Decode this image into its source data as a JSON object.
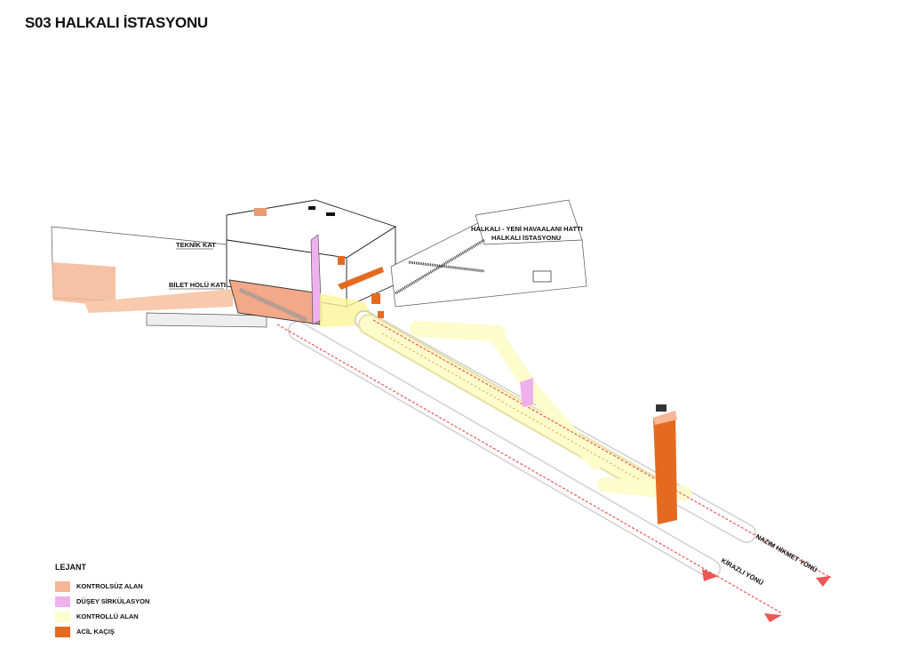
{
  "title": "S03 HALKALI İSTASYONU",
  "labels": {
    "teknik_kat": "TEKNİK KAT",
    "bilet_holu": "BİLET HOLÜ KATI",
    "line_name": "HALKALI - YENİ HAVAALANI HATTI",
    "station_name": "HALKALI İSTASYONU",
    "direction_1": "NAZIM HİKMET YÖNÜ",
    "direction_2": "KİRAZLI YÖNÜ"
  },
  "legend": {
    "heading": "LEJANT",
    "items": [
      {
        "label": "KONTROLSÜZ ALAN",
        "color": "#f5b795"
      },
      {
        "label": "DÜŞEY SİRKÜLASYON",
        "color": "#eeb1ee"
      },
      {
        "label": "KONTROLLÜ ALAN",
        "color": "#fdfccb"
      },
      {
        "label": "ACİL KAÇIŞ",
        "color": "#e46a20"
      }
    ]
  }
}
